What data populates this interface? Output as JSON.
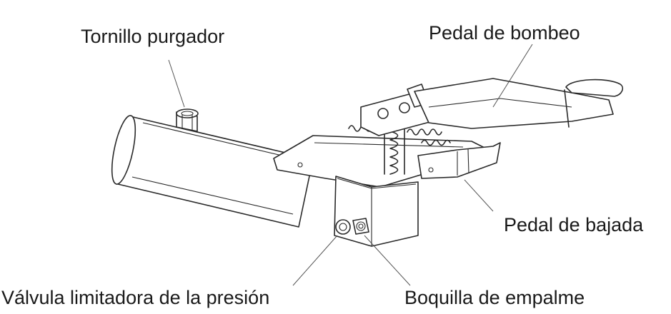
{
  "labels": {
    "bleed_screw": "Tornillo purgador",
    "pump_pedal": "Pedal de bombeo",
    "release_pedal": "Pedal de bajada",
    "relief_valve": "Válvula limitadora de la presión",
    "coupling_nipple": "Boquilla de empalme"
  }
}
